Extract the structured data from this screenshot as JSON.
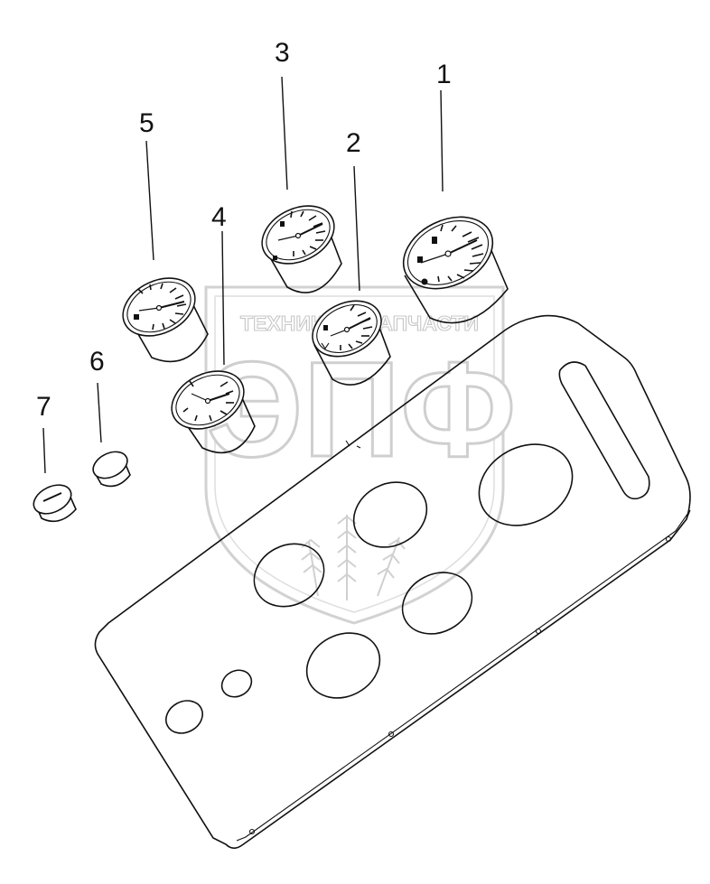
{
  "watermark": {
    "top_text": "ТЕХНИКА И ЗАПЧАСТИ",
    "logo_text": "ЭПФ"
  },
  "callouts": [
    {
      "label": "1"
    },
    {
      "label": "2"
    },
    {
      "label": "3"
    },
    {
      "label": "4"
    },
    {
      "label": "5"
    },
    {
      "label": "6"
    },
    {
      "label": "7"
    }
  ],
  "colors": {
    "line": "#111111",
    "watermark": "#c7c7c7",
    "background": "#ffffff"
  }
}
